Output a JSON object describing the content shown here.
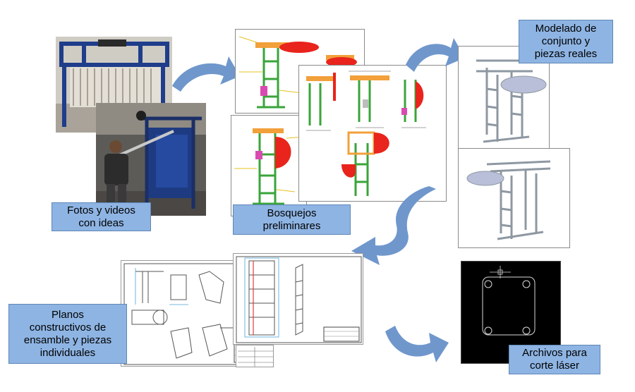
{
  "labels": {
    "photos": "Fotos y videos\ncon ideas",
    "sketches": "Bosquejos\npreliminares",
    "modeling": "Modelado de\nconjunto y\npiezas reales",
    "drawings": "Planos\nconstructivos de\nensamble y piezas\nindividuales",
    "laser": "Archivos para\ncorte láser"
  },
  "colors": {
    "label_fill": "#8eb4e3",
    "arrow_fill": "#6f97cc",
    "frame_green": "#3aa43a",
    "part_red": "#e8241c",
    "part_orange": "#f2a03a",
    "model_grey": "#9aa3ad",
    "cad_background": "#000000"
  },
  "icons": [
    "curved-arrow-icon",
    "photo-machine-icon",
    "sketch-frame-icon",
    "cad-model-icon",
    "blueprint-icon",
    "laser-plate-icon"
  ]
}
